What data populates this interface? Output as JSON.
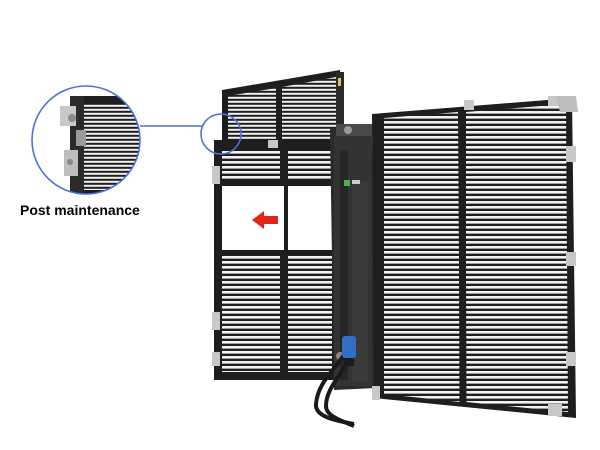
{
  "caption": {
    "text": "Post maintenance"
  },
  "colors": {
    "background": "#ffffff",
    "frame": "#1e1e1e",
    "slat": "#f2f2f2",
    "callout_ring": "#4a72d8",
    "arrow": "#e0261b",
    "bracket": "#c8c8c8",
    "module": "#2a2a2a",
    "cable_connector": "#2f6fc4"
  },
  "illustration": {
    "subject": "transparent-led-mesh-screen-cabinet",
    "callout": "zoomed-corner-detail",
    "arrow_icon": "arrow-left-icon"
  }
}
